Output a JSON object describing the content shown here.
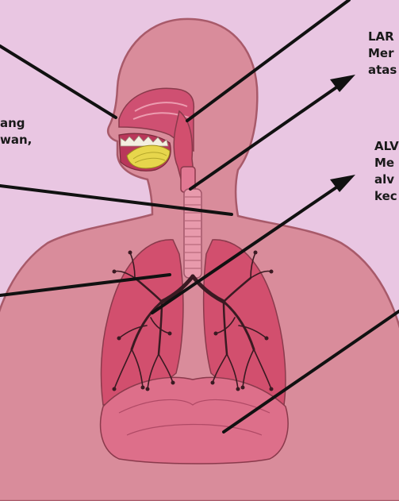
{
  "labels": {
    "left_top_line1": "ang",
    "left_top_line2": "wan,",
    "right_top_line1": "LAR",
    "right_top_line2": "Mer",
    "right_top_line3": "atas",
    "right_mid_line1": "ALV",
    "right_mid_line2": "Me",
    "right_mid_line3": "alv",
    "right_mid_line4": "kec"
  },
  "colors": {
    "background": "#e9c6e2",
    "body_fill": "#d98c9b",
    "body_outline": "#a85a6a",
    "organ_fill": "#d24f6e",
    "organ_light": "#e8879a",
    "bronchi": "#3a1a22",
    "teeth": "#f4efe0",
    "tongue": "#e7d64c",
    "pointer_line": "#111111"
  }
}
